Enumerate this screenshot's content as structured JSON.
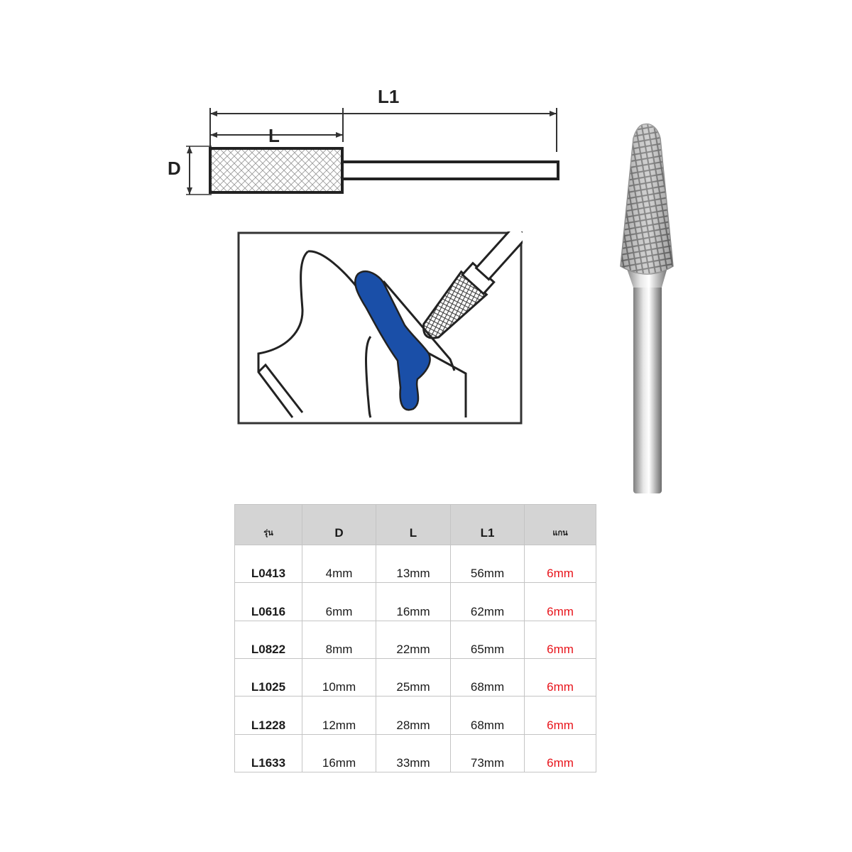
{
  "dimension_drawing": {
    "label_l1": "L1",
    "label_l": "L",
    "label_d": "D"
  },
  "usage_illustration": {
    "highlight_color": "#1a4fa8"
  },
  "spec_table": {
    "headers": [
      "รุ่น",
      "D",
      "L",
      "L1",
      "แกน"
    ],
    "rows": [
      [
        "L0413",
        "4mm",
        "13mm",
        "56mm",
        "6mm"
      ],
      [
        "L0616",
        "6mm",
        "16mm",
        "62mm",
        "6mm"
      ],
      [
        "L0822",
        "8mm",
        "22mm",
        "65mm",
        "6mm"
      ],
      [
        "L1025",
        "10mm",
        "25mm",
        "68mm",
        "6mm"
      ],
      [
        "L1228",
        "12mm",
        "28mm",
        "68mm",
        "6mm"
      ],
      [
        "L1633",
        "16mm",
        "33mm",
        "73mm",
        "6mm"
      ]
    ],
    "shank_color": "#e8141b",
    "header_bg": "#d4d4d4"
  }
}
